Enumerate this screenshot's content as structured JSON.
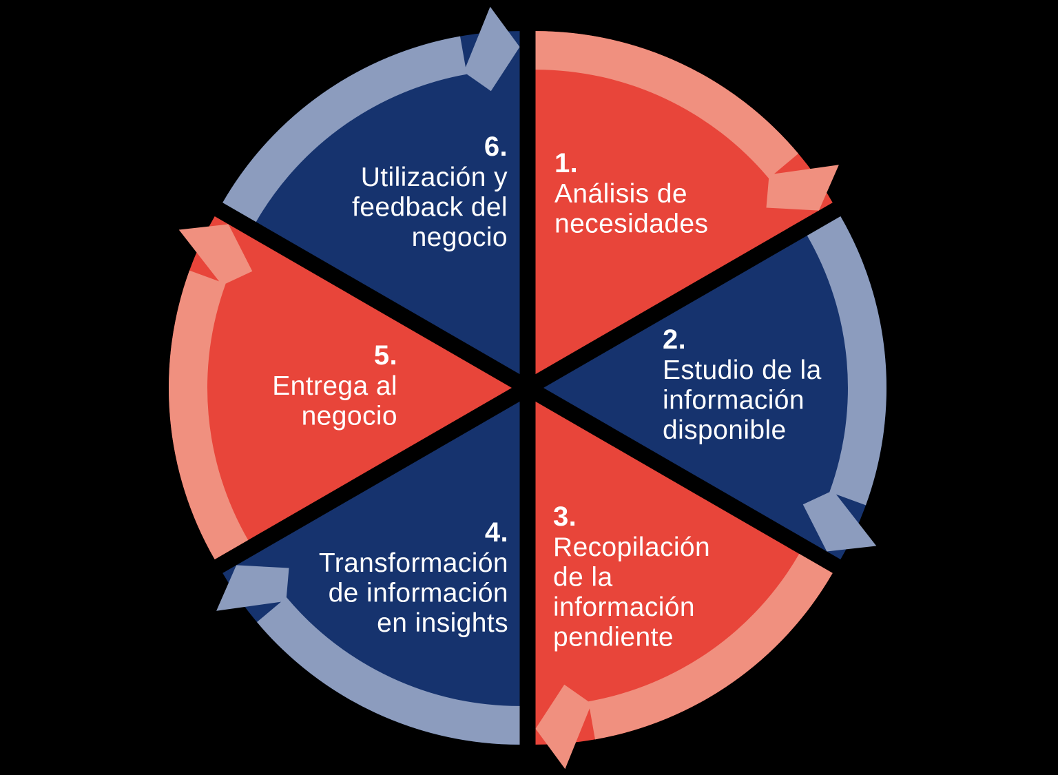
{
  "diagram": {
    "type": "cycle",
    "direction": "clockwise",
    "background": "#000000",
    "colors": {
      "red": "#E8453A",
      "red_arrow": "#F0907F",
      "blue": "#16336E",
      "blue_arrow": "#8C9CBE",
      "text": "#FFFFFF"
    },
    "segments": [
      {
        "number": "1.",
        "lines": [
          "Análisis de",
          "necesidades"
        ],
        "tone": "red"
      },
      {
        "number": "2.",
        "lines": [
          "Estudio de la",
          "información",
          "disponible"
        ],
        "tone": "blue"
      },
      {
        "number": "3.",
        "lines": [
          "Recopilación",
          "de la",
          "información",
          "pendiente"
        ],
        "tone": "red"
      },
      {
        "number": "4.",
        "lines": [
          "Transformación",
          "de información",
          "en insights"
        ],
        "tone": "blue"
      },
      {
        "number": "5.",
        "lines": [
          "Entrega al",
          "negocio"
        ],
        "tone": "red"
      },
      {
        "number": "6.",
        "lines": [
          "Utilización y",
          "feedback del",
          "negocio"
        ],
        "tone": "blue"
      }
    ]
  }
}
